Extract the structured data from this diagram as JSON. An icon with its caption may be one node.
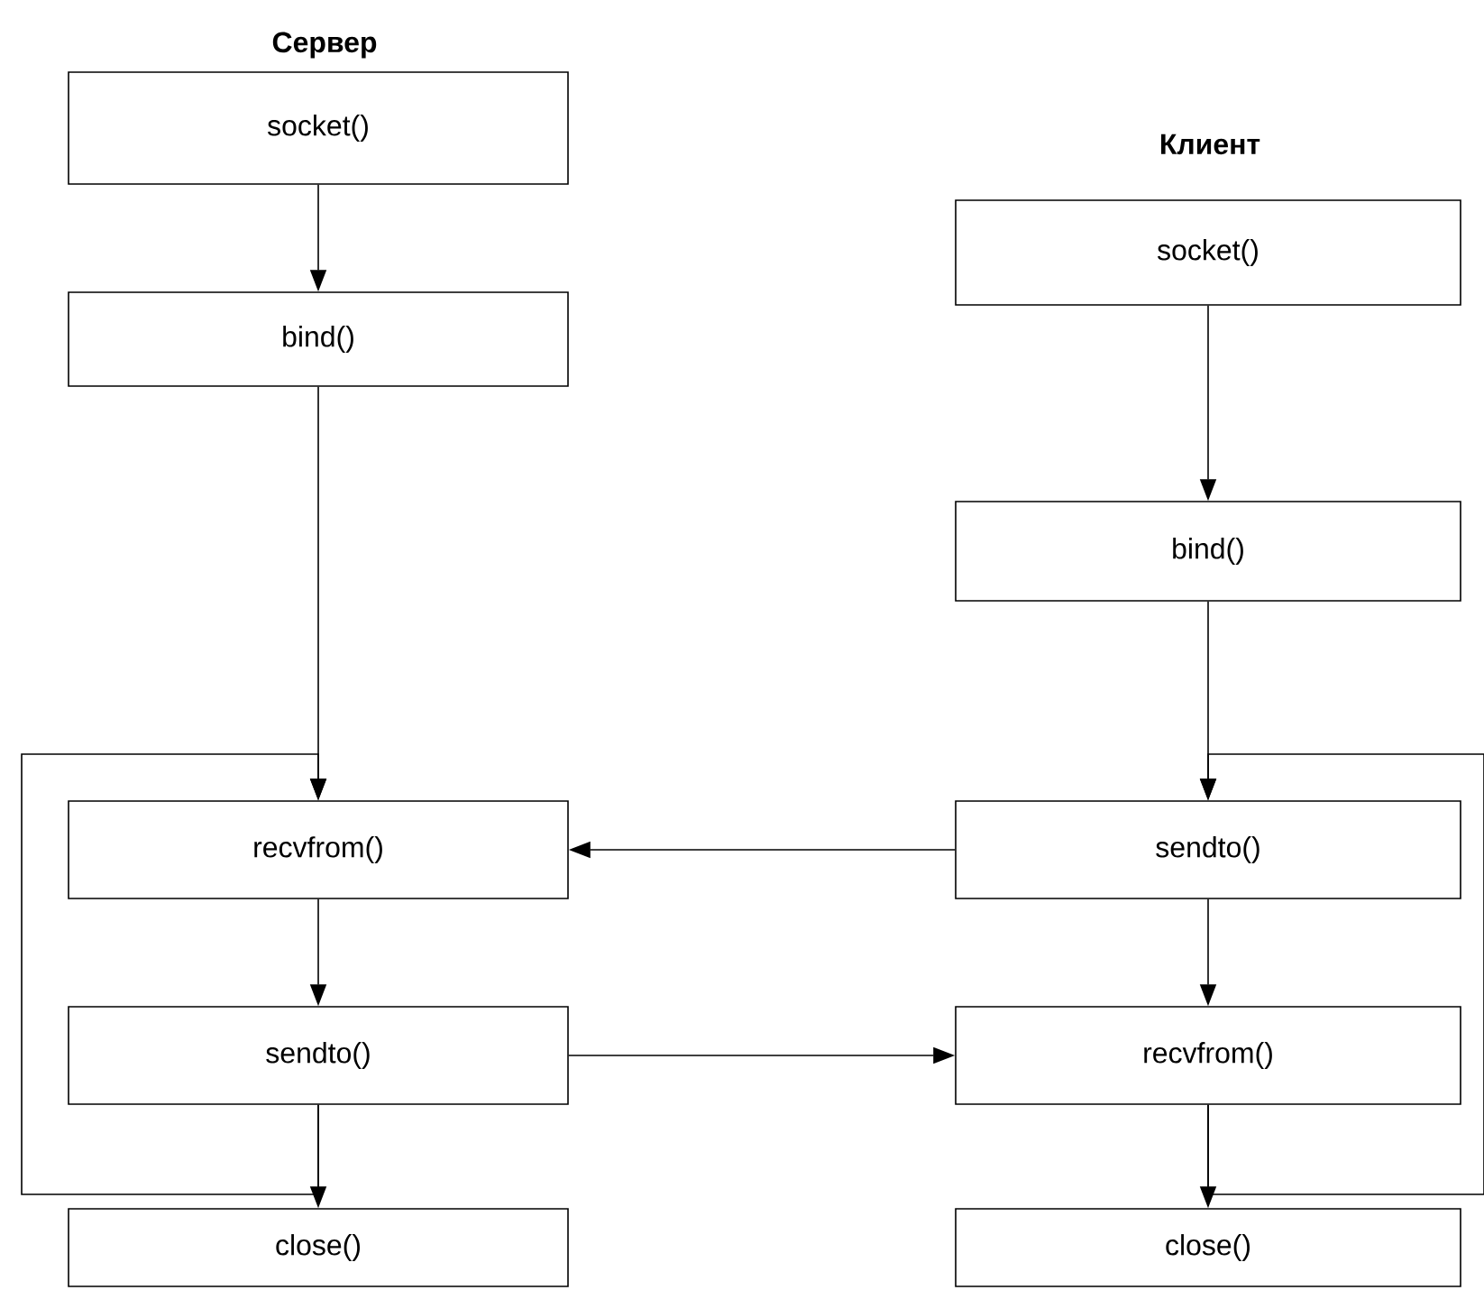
{
  "diagram": {
    "nodes": [
      {
        "text": [
          "socket()"
        ]
      },
      {
        "text": [
          "bind()"
        ]
      },
      {
        "text": [
          "recvfrom()"
        ]
      },
      {
        "text": [
          "sendto()"
        ]
      },
      {
        "text": [
          "close()"
        ]
      },
      {
        "text": [
          "socket()"
        ]
      },
      {
        "text": [
          "bind()"
        ]
      },
      {
        "text": [
          "sendto()"
        ]
      },
      {
        "text": [
          "recvfrom()"
        ]
      },
      {
        "text": [
          "close()"
        ]
      }
    ],
    "edges": [
      {
        "from": 0,
        "to": 1,
        "arrow": "to"
      },
      {
        "from": 1,
        "to": 2,
        "arrow": "to"
      },
      {
        "from": 2,
        "to": 3,
        "arrow": "to"
      },
      {
        "from": 3,
        "to": 4,
        "arrow": "to"
      },
      {
        "from": 3,
        "to": 2,
        "arrow": "to"
      },
      {
        "from": 5,
        "to": 6,
        "arrow": "to"
      },
      {
        "from": 6,
        "to": 7,
        "arrow": "to"
      },
      {
        "from": 7,
        "to": 8,
        "arrow": "to"
      },
      {
        "from": 8,
        "to": 9,
        "arrow": "to"
      },
      {
        "from": 8,
        "to": 7,
        "arrow": "to"
      },
      {
        "from": 7,
        "to": 2,
        "arrow": "to"
      },
      {
        "from": 3,
        "to": 8,
        "arrow": "to"
      }
    ],
    "labels": [
      "Сервер",
      "Клиент"
    ]
  }
}
